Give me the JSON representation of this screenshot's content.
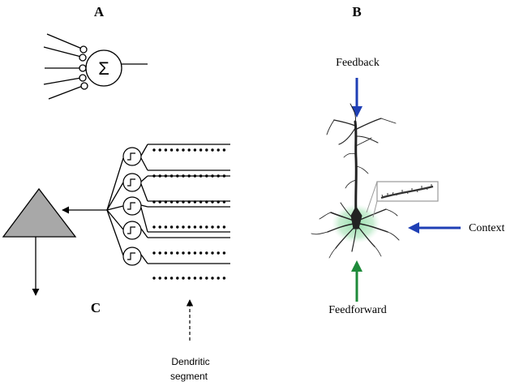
{
  "panels": {
    "a": {
      "label": "A",
      "sum_symbol": "Σ"
    },
    "b": {
      "label": "B",
      "feedback": "Feedback",
      "context": "Context",
      "feedforward": "Feedforward",
      "arrow_colors": {
        "feedback": "#1f3fb5",
        "context": "#1f3fb5",
        "feedforward": "#1e8a3a"
      },
      "soma_glow_color": "#7fd69a"
    },
    "c": {
      "label": "C",
      "segment_label_line1": "Dendritic",
      "segment_label_line2": "segment",
      "neuron_fill": "#a8a8a8"
    }
  }
}
